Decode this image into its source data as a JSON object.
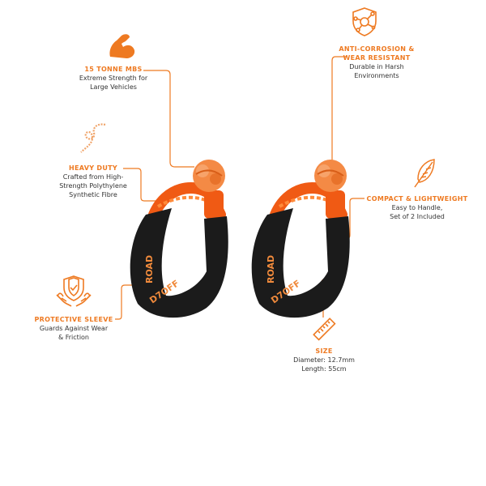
{
  "theme": {
    "accent": "#ee7a22",
    "text": "#333333",
    "sleeve": "#1b1b1b",
    "rope": "#f26a1b",
    "background": "#ffffff"
  },
  "features": {
    "strength": {
      "icon": "flexed-bicep-icon",
      "title": "15 TONNE MBS",
      "desc_line1": "Extreme Strength for",
      "desc_line2": "Large Vehicles"
    },
    "corrosion": {
      "icon": "shield-molecule-icon",
      "title_line1": "ANTI-CORROSION &",
      "title_line2": "WEAR RESISTANT",
      "desc_line1": "Durable in Harsh",
      "desc_line2": "Environments"
    },
    "heavy_duty": {
      "icon": "rope-icon",
      "title": "HEAVY DUTY",
      "desc_line1": "Crafted from High-",
      "desc_line2": "Strength Polythylene",
      "desc_line3": "Synthetic Fibre"
    },
    "lightweight": {
      "icon": "feather-icon",
      "title": "COMPACT & LIGHTWEIGHT",
      "desc_line1": "Easy to Handle,",
      "desc_line2": "Set of 2 Included"
    },
    "sleeve": {
      "icon": "hands-shield-check-icon",
      "title": "PROTECTIVE SLEEVE",
      "desc_line1": "Guards Against Wear",
      "desc_line2": "& Friction"
    },
    "size": {
      "icon": "ruler-icon",
      "title": "SIZE",
      "desc_line1": "Diameter: 12.7mm",
      "desc_line2": "Length: 55cm"
    }
  },
  "product": {
    "sleeve_text": "D7OFFROAD",
    "count": 2
  }
}
